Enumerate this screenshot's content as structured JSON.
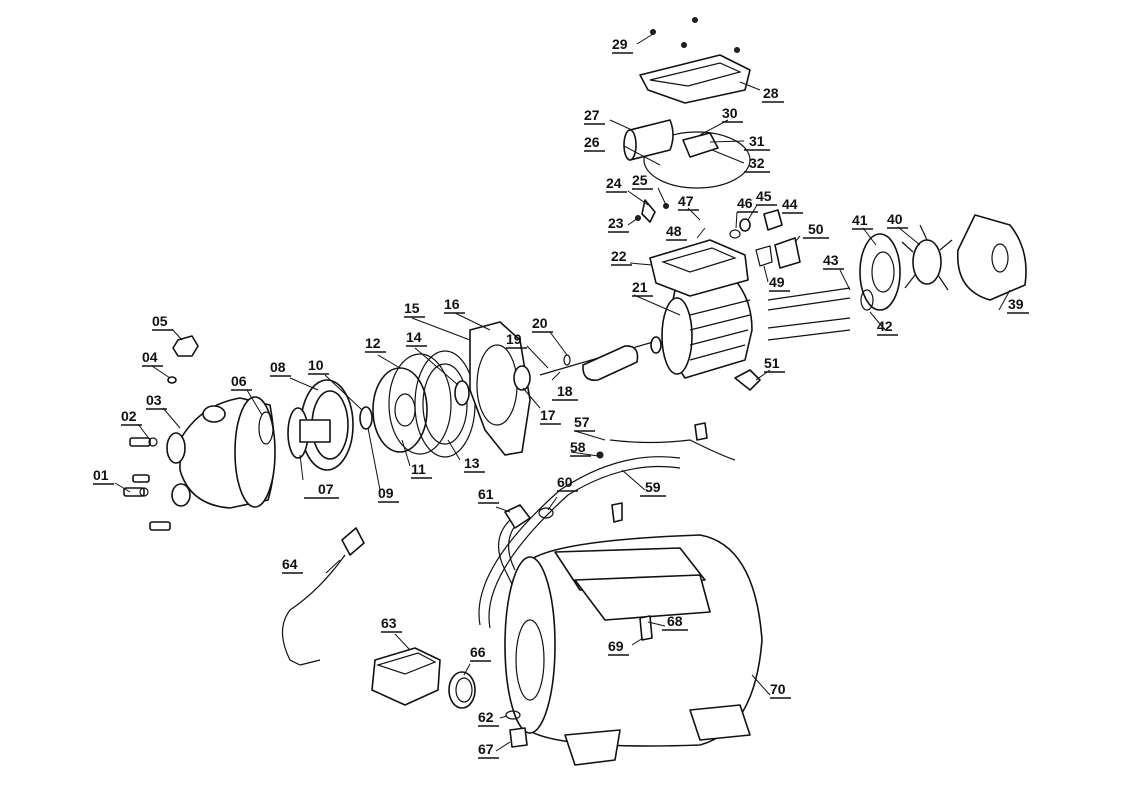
{
  "parts": [
    "01",
    "02",
    "03",
    "04",
    "05",
    "06",
    "07",
    "08",
    "09",
    "10",
    "11",
    "12",
    "13",
    "14",
    "15",
    "16",
    "17",
    "18",
    "19",
    "20",
    "21",
    "22",
    "23",
    "24",
    "25",
    "26",
    "27",
    "28",
    "29",
    "30",
    "31",
    "32",
    "39",
    "40",
    "41",
    "42",
    "43",
    "44",
    "45",
    "46",
    "47",
    "48",
    "49",
    "50",
    "51",
    "57",
    "58",
    "59",
    "60",
    "61",
    "62",
    "63",
    "64",
    "66",
    "67",
    "68",
    "69",
    "70"
  ],
  "icons": {
    "pump-housing": "pump-housing-icon",
    "motor": "electric-motor-icon",
    "pressure-tank": "pressure-tank-icon",
    "pressure-switch": "pressure-switch-icon",
    "power-plug": "power-plug-icon",
    "fan": "fan-icon"
  }
}
